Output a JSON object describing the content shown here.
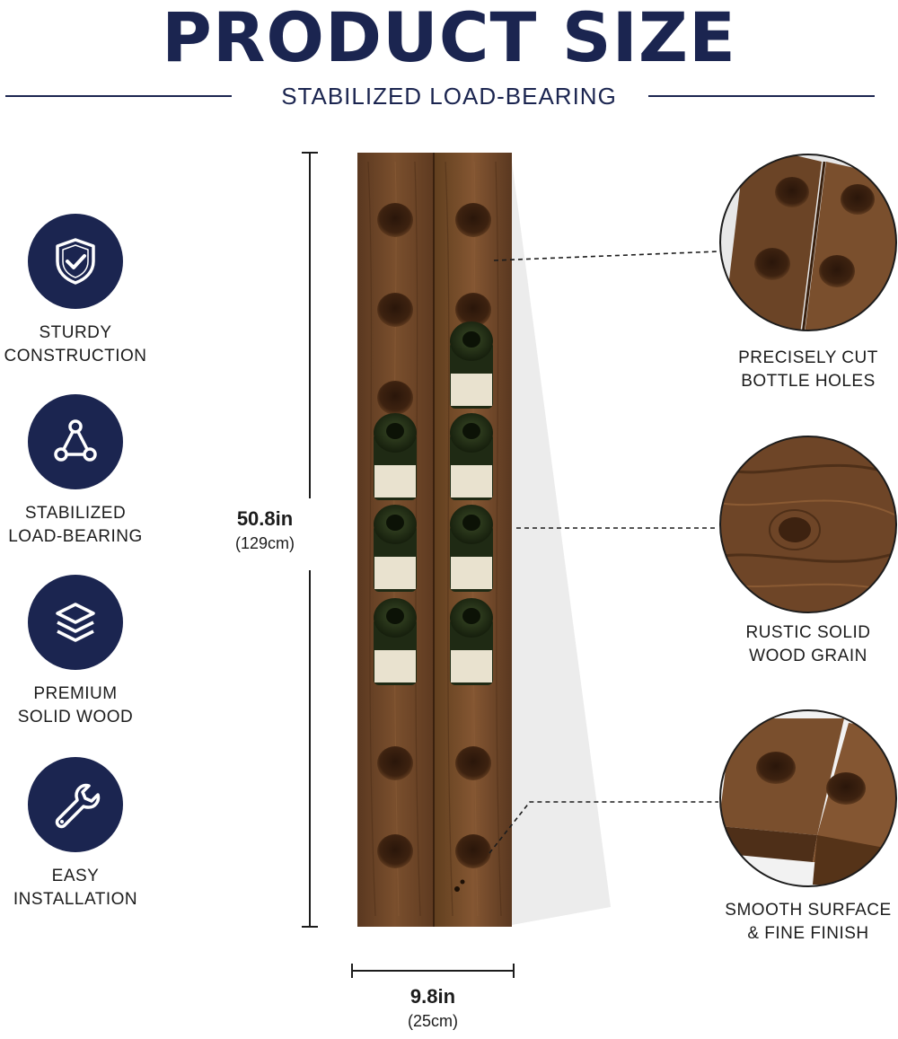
{
  "header": {
    "title": "PRODUCT SIZE",
    "subtitle": "STABILIZED LOAD-BEARING"
  },
  "features": [
    {
      "icon": "shield-check-icon",
      "label_line1": "STURDY",
      "label_line2": "CONSTRUCTION"
    },
    {
      "icon": "triangle-nodes-icon",
      "label_line1": "STABILIZED",
      "label_line2": "LOAD-BEARING"
    },
    {
      "icon": "layers-icon",
      "label_line1": "PREMIUM",
      "label_line2": "SOLID WOOD"
    },
    {
      "icon": "wrench-icon",
      "label_line1": "EASY",
      "label_line2": "INSTALLATION"
    }
  ],
  "dimensions": {
    "height_in": "50.8in",
    "height_cm": "(129cm)",
    "width_in": "9.8in",
    "width_cm": "(25cm)"
  },
  "callouts": [
    {
      "line1": "PRECISELY CUT",
      "line2": "BOTTLE HOLES"
    },
    {
      "line1": "RUSTIC SOLID",
      "line2": "WOOD GRAIN"
    },
    {
      "line1": "SMOOTH SURFACE",
      "line2": "& FINE FINISH"
    }
  ],
  "colors": {
    "navy": "#1b2550",
    "wood": "#6b4426",
    "wood_dark": "#4e2f18",
    "bottle": "#1f2a14"
  }
}
